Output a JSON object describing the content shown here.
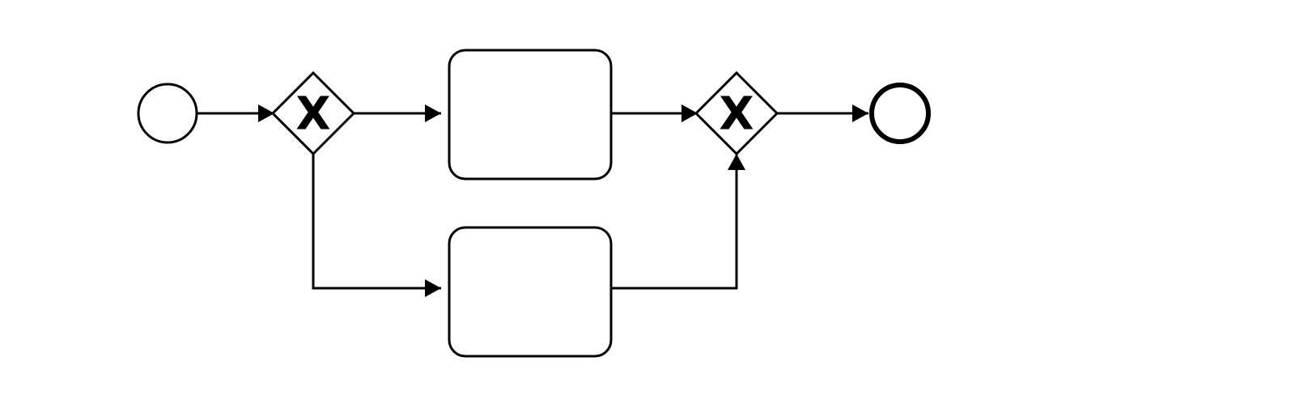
{
  "diagram": {
    "type": "bpmn-process",
    "nodes": [
      {
        "id": "start",
        "kind": "start-event",
        "label": ""
      },
      {
        "id": "split",
        "kind": "exclusive-gateway",
        "marker": "X"
      },
      {
        "id": "task_upper",
        "kind": "task",
        "label": ""
      },
      {
        "id": "task_lower",
        "kind": "task",
        "label": ""
      },
      {
        "id": "merge",
        "kind": "exclusive-gateway",
        "marker": "X"
      },
      {
        "id": "end",
        "kind": "end-event",
        "label": ""
      }
    ],
    "edges": [
      {
        "from": "start",
        "to": "split"
      },
      {
        "from": "split",
        "to": "task_upper"
      },
      {
        "from": "split",
        "to": "task_lower"
      },
      {
        "from": "task_upper",
        "to": "merge"
      },
      {
        "from": "task_lower",
        "to": "merge"
      },
      {
        "from": "merge",
        "to": "end"
      }
    ]
  }
}
